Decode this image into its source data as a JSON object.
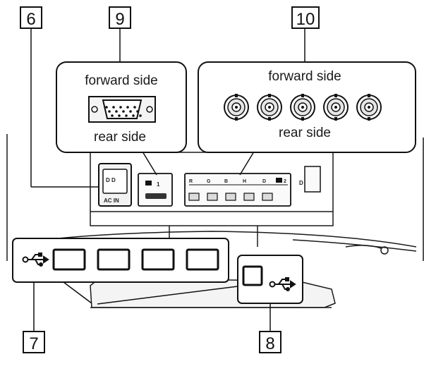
{
  "callouts": {
    "six": "6",
    "seven": "7",
    "eight": "8",
    "nine": "9",
    "ten": "10"
  },
  "vga_panel": {
    "forward": "forward side",
    "rear": "rear side"
  },
  "bnc_panel": {
    "forward": "forward side",
    "rear": "rear side",
    "connector_count": 5
  },
  "monitor_labels": {
    "power_top": "D D",
    "power_bottom": "AC IN",
    "input1": "1",
    "r": "R",
    "g": "G",
    "b": "B",
    "h": "H",
    "v": "D",
    "input2": "2",
    "side_d": "D"
  },
  "icons": {
    "usb": "usb-icon",
    "vga": "vga-connector-icon",
    "bnc": "bnc-connector-icon"
  }
}
